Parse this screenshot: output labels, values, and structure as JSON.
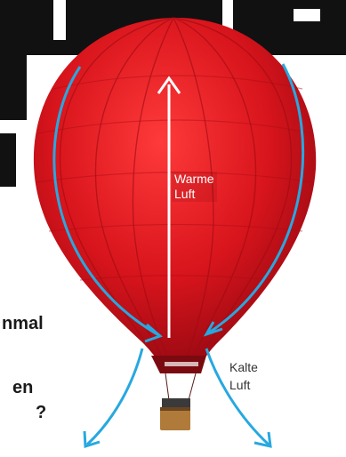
{
  "labels": {
    "warm_line1": "Warme",
    "warm_line2": "Luft",
    "cold_line1": "Kalte",
    "cold_line2": "Luft"
  },
  "side_text": {
    "line1": "nmal",
    "line2": "en",
    "line3": "?"
  },
  "colors": {
    "balloon": "#d8141c",
    "balloon_dark": "#9e0b12",
    "arrow_blue": "#27a8e0",
    "arrow_white": "#ffffff",
    "headline": "#111111"
  }
}
